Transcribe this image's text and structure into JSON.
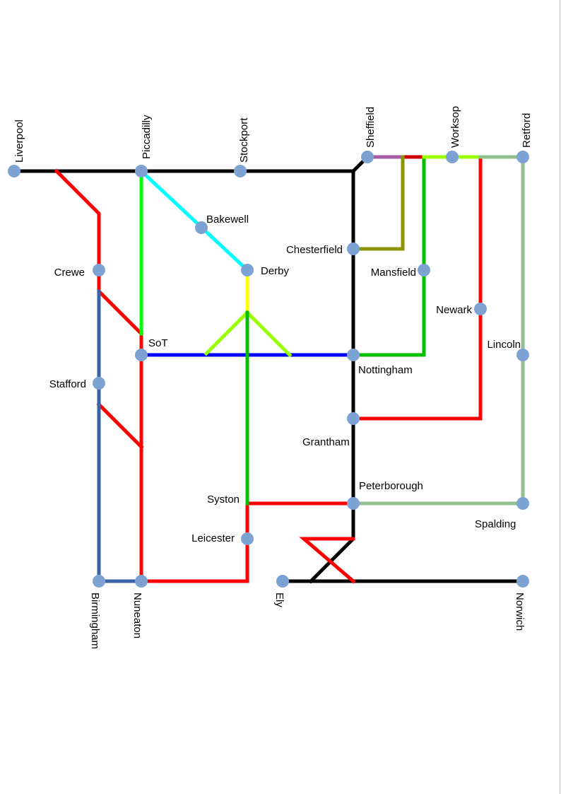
{
  "colors": {
    "black": "#000000",
    "red": "#ff0000",
    "dark_red": "#cc0000",
    "green": "#00c000",
    "bright_green": "#00ff00",
    "lime": "#99ff00",
    "cyan": "#00ffff",
    "yellow": "#ffff00",
    "blue": "#0000ff",
    "steel_blue": "#3a63a8",
    "olive": "#8c9400",
    "purple": "#a65ca6",
    "sage": "#90c090",
    "station": "#7da2d4"
  },
  "stations": {
    "liverpool": "Liverpool",
    "piccadilly": "Piccadilly",
    "stockport": "Stockport",
    "sheffield": "Sheffield",
    "worksop": "Worksop",
    "retford": "Retford",
    "bakewell": "Bakewell",
    "derby": "Derby",
    "chesterfield": "Chesterfield",
    "mansfield": "Mansfield",
    "crewe": "Crewe",
    "newark": "Newark",
    "sot": "SoT",
    "lincoln": "Lincoln",
    "nottingham": "Nottingham",
    "stafford": "Stafford",
    "grantham": "Grantham",
    "peterborough": "Peterborough",
    "syston": "Syston",
    "spalding": "Spalding",
    "leicester": "Leicester",
    "birmingham": "Birmingham",
    "nuneaton": "Nuneaton",
    "ely": "Ely",
    "norwich": "Norwich"
  }
}
